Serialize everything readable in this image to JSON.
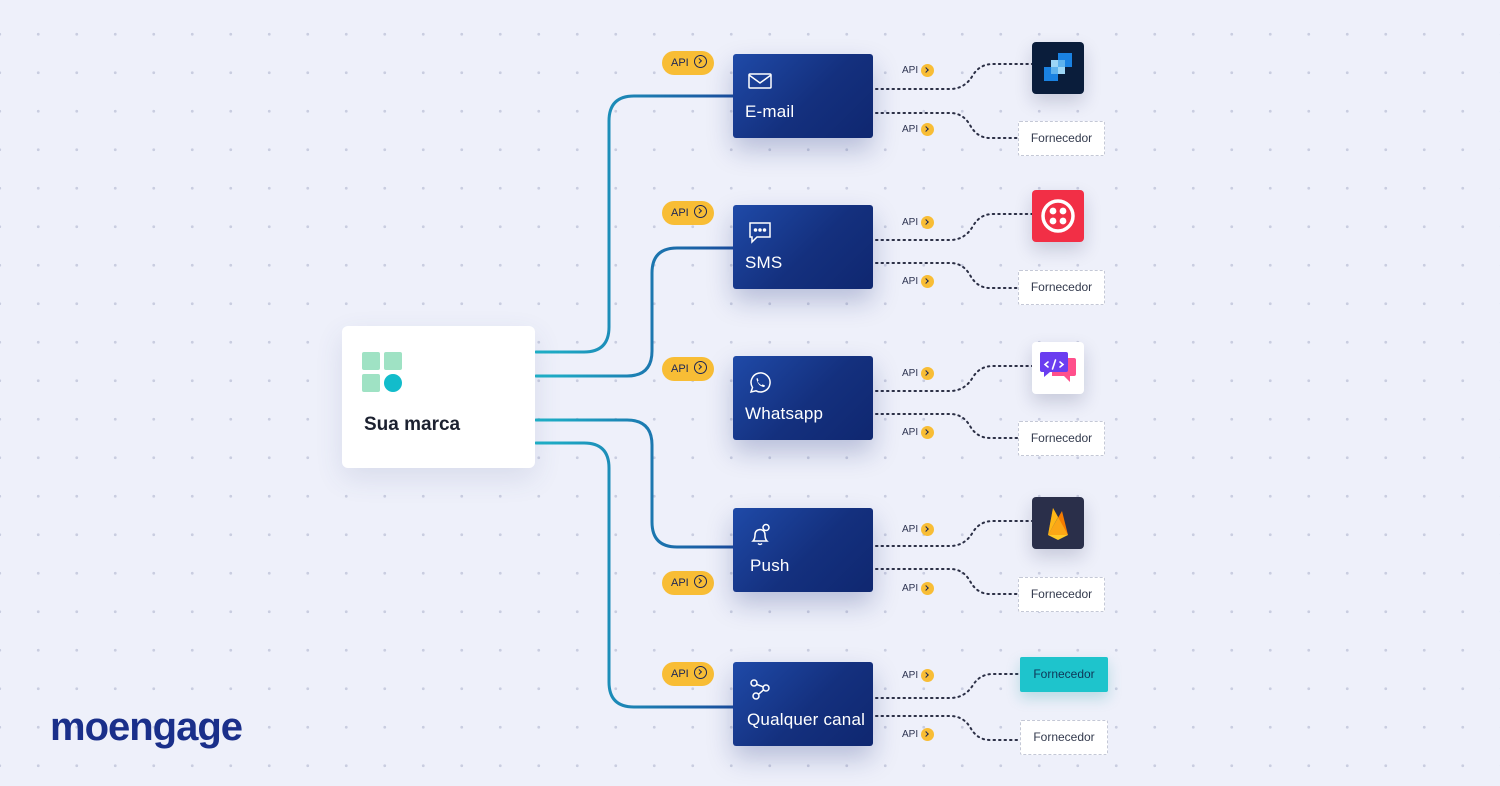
{
  "brand": {
    "name": "Sua marca"
  },
  "api_label": "API",
  "channels": [
    {
      "label": "E-mail",
      "icon": "mail-icon"
    },
    {
      "label": "SMS",
      "icon": "chat-bubble-icon"
    },
    {
      "label": "Whatsapp",
      "icon": "whatsapp-icon"
    },
    {
      "label": "Push",
      "icon": "bell-icon"
    },
    {
      "label": "Qualquer canal",
      "icon": "share-nodes-icon"
    }
  ],
  "providers": [
    {
      "tile_icon": "sendgrid-logo-icon",
      "label": "Fornecedor"
    },
    {
      "tile_icon": "twilio-logo-icon",
      "label": "Fornecedor"
    },
    {
      "tile_icon": "code-chat-logo-icon",
      "label": "Fornecedor"
    },
    {
      "tile_icon": "firebase-logo-icon",
      "label": "Fornecedor"
    },
    {
      "primary_label": "Fornecedor",
      "label": "Fornecedor"
    }
  ],
  "company": {
    "wordmark": "moengage"
  },
  "colors": {
    "background": "#eef0fa",
    "channel_box": "#14307e",
    "api_pill": "#f8bd35",
    "line": "#1a9fc0",
    "highlight_provider": "#1ec4cc",
    "brand_logo_light": "#9fe2c4",
    "brand_logo_dark": "#12bccb"
  }
}
